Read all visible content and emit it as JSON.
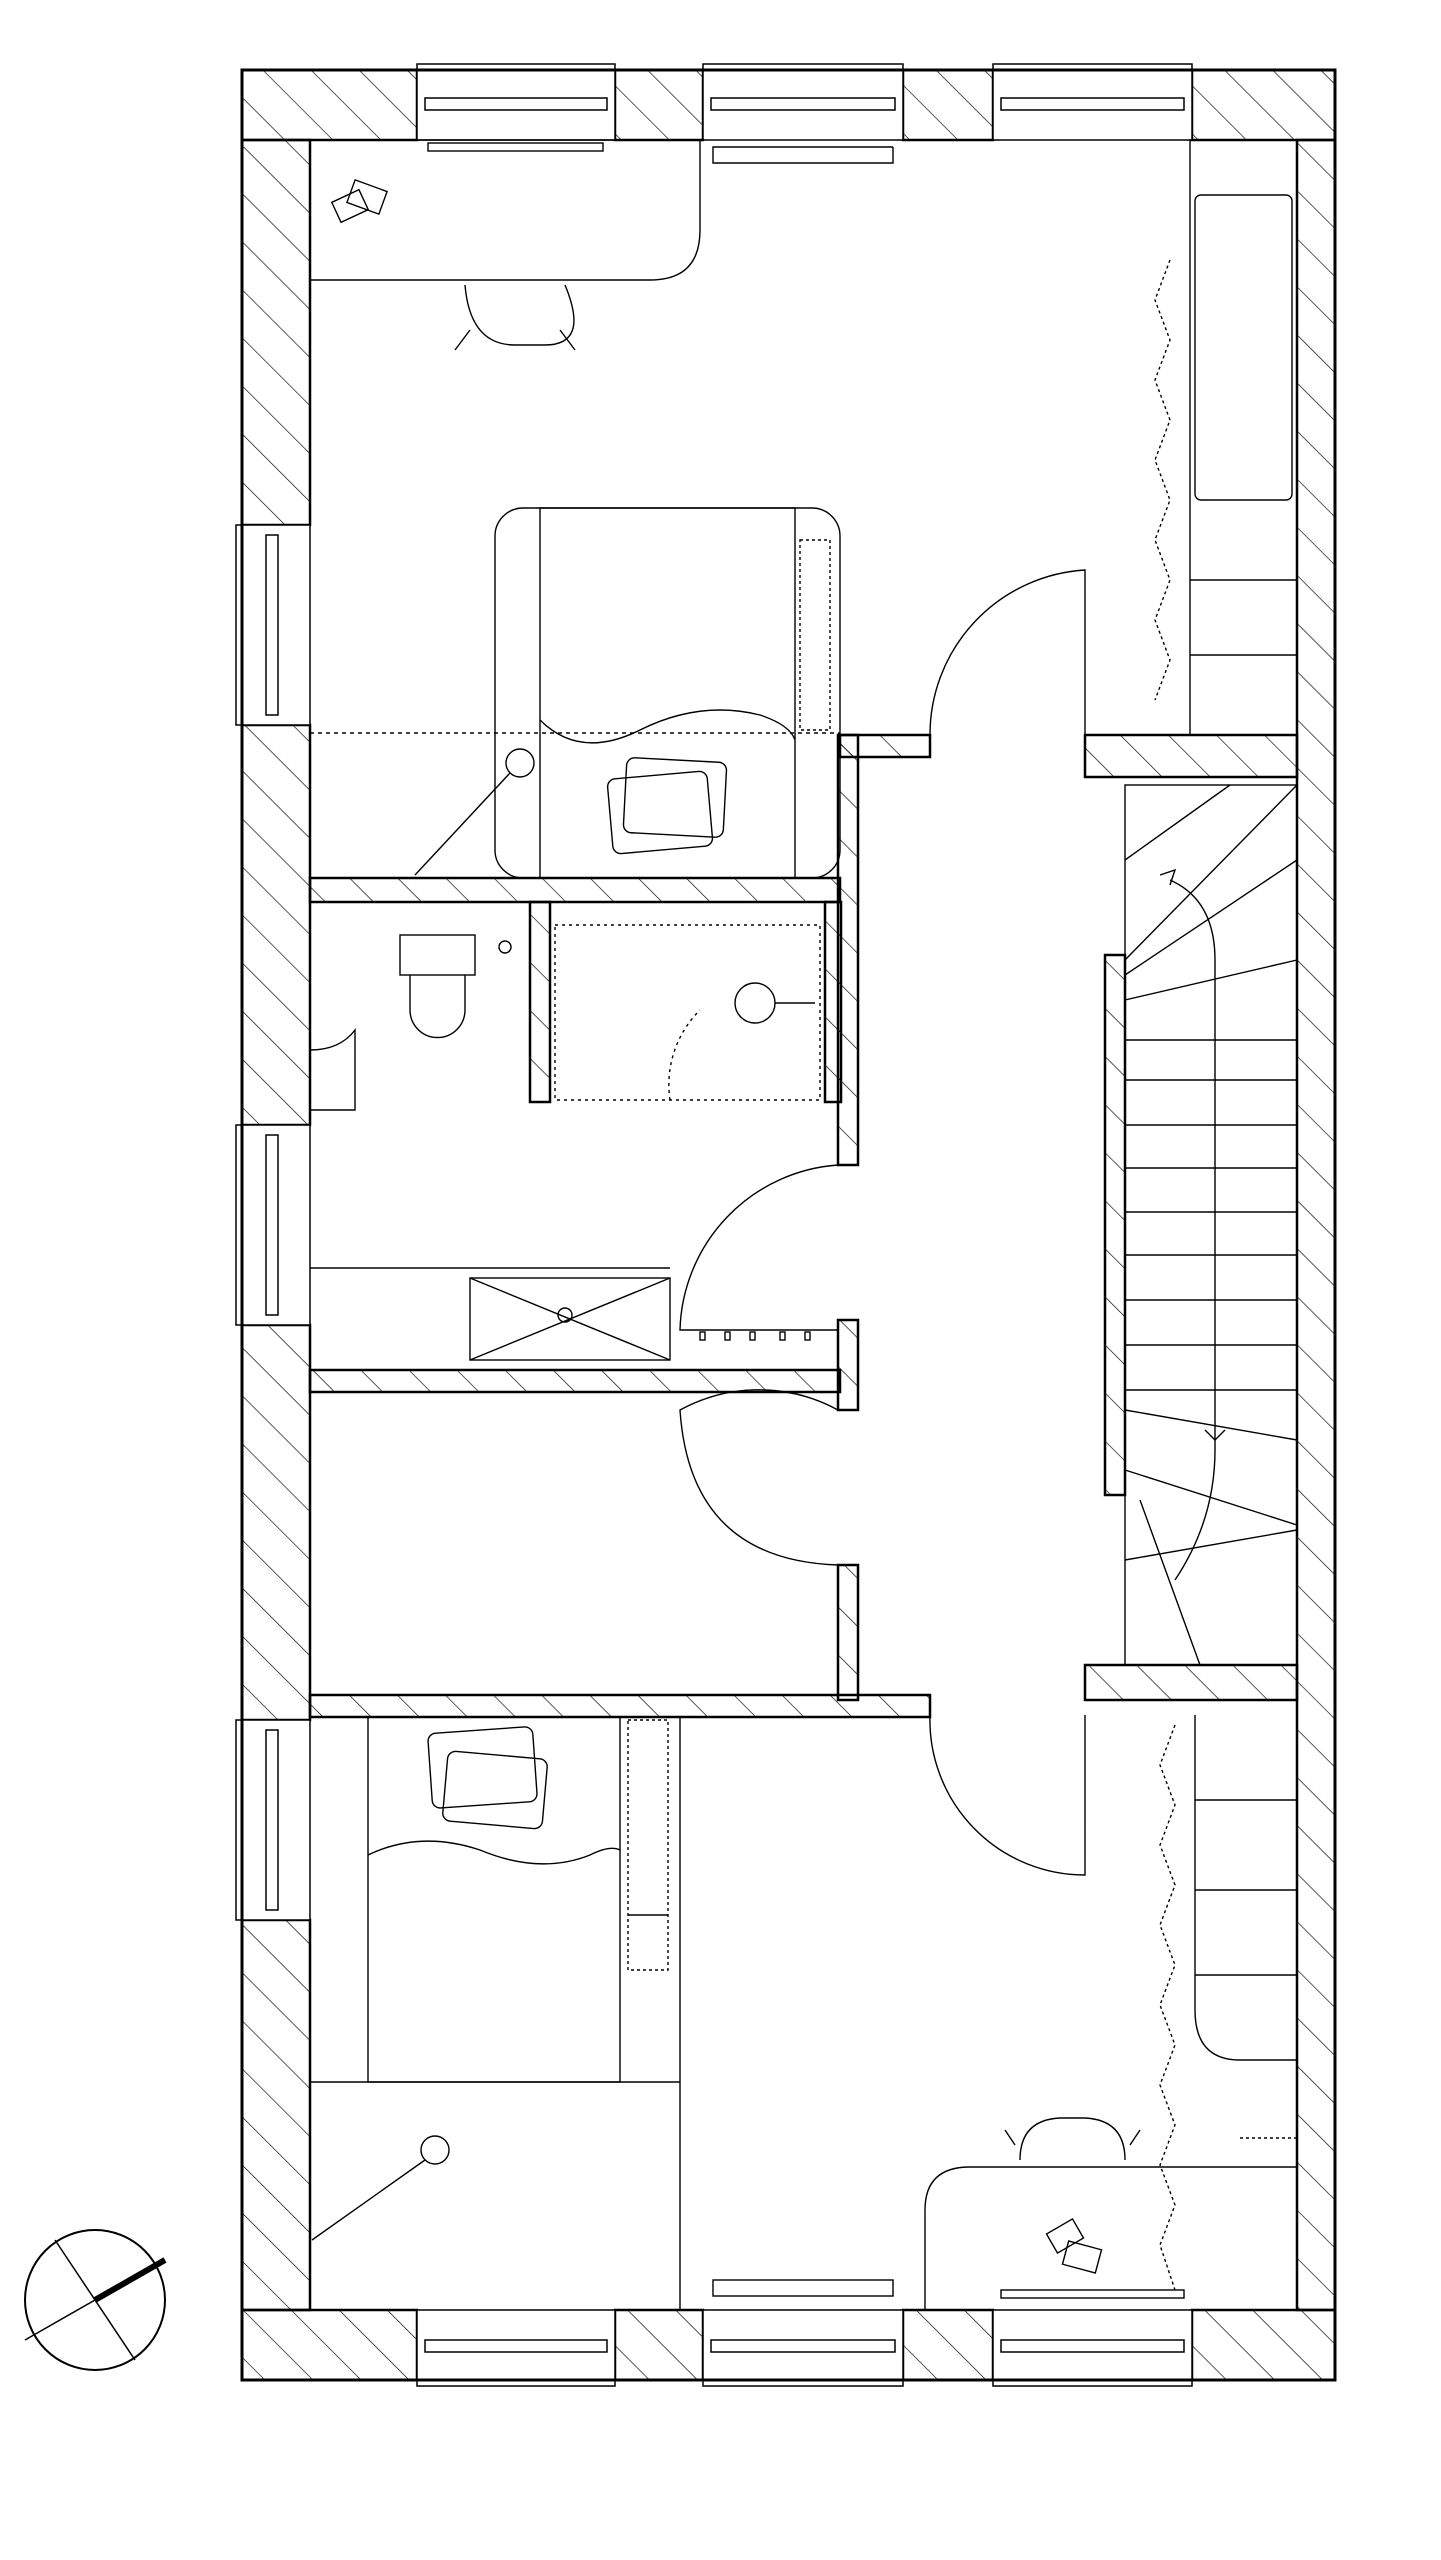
{
  "diagram": {
    "type": "architectural-floor-plan",
    "rooms": [
      {
        "id": "bedroom-north",
        "contents": [
          "desk",
          "chair",
          "double-bed",
          "wardrobe",
          "radiator",
          "reading-lamp"
        ]
      },
      {
        "id": "toilet",
        "contents": [
          "wc"
        ]
      },
      {
        "id": "shower",
        "contents": [
          "shower-head",
          "shower-door"
        ]
      },
      {
        "id": "bathroom",
        "contents": [
          "bathtub",
          "towel-hooks"
        ]
      },
      {
        "id": "storage-room",
        "contents": []
      },
      {
        "id": "landing",
        "contents": [
          "staircase"
        ]
      },
      {
        "id": "bedroom-south",
        "contents": [
          "double-bed",
          "desk",
          "chair",
          "wardrobe",
          "radiator",
          "reading-lamp"
        ]
      }
    ],
    "symbols": [
      "north-arrow"
    ]
  },
  "colors": {
    "line": "#000000",
    "hatch": "#000000",
    "background": "#ffffff"
  }
}
